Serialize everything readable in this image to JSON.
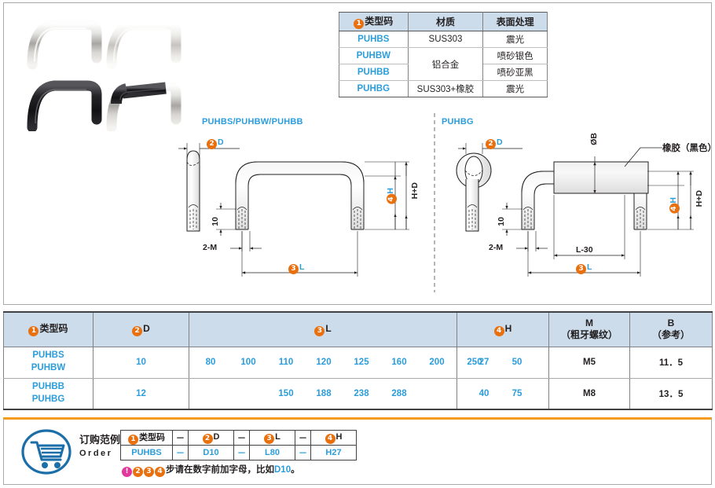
{
  "material_table": {
    "headers": [
      "类型码",
      "材质",
      "表面处理"
    ],
    "header_badge": "1",
    "rows": [
      {
        "code": "PUHBS",
        "material": "SUS303",
        "finish": "震光"
      },
      {
        "code": "PUHBW",
        "material": "铝合金",
        "finish": "喷砂银色"
      },
      {
        "code": "PUHBB",
        "material": "",
        "finish": "喷砂亚黑"
      },
      {
        "code": "PUHBG",
        "material": "SUS303+橡胶",
        "finish": "震光"
      }
    ]
  },
  "drawings": {
    "left": {
      "title": "PUHBS/PUHBW/PUHBB",
      "labels": {
        "d": "D",
        "d_badge": "2",
        "h": "H",
        "h_badge": "4",
        "hd": "H+D",
        "ten": "10",
        "thread": "2-M",
        "l": "L",
        "l_badge": "3"
      }
    },
    "right": {
      "title": "PUHBG",
      "labels": {
        "d": "D",
        "d_badge": "2",
        "h": "H",
        "h_badge": "4",
        "hd": "H+D",
        "ten": "10",
        "thread": "2-M",
        "l": "L",
        "l_badge": "3",
        "phi_b": "ØB",
        "l30": "L-30",
        "rubber": "橡胶（黑色）"
      }
    }
  },
  "spec_table": {
    "headers": {
      "type": "类型码",
      "type_badge": "1",
      "d": "D",
      "d_badge": "2",
      "l": "L",
      "l_badge": "3",
      "h": "H",
      "h_badge": "4",
      "m_line1": "M",
      "m_line2": "（粗牙螺纹）",
      "b_line1": "B",
      "b_line2": "（参考）"
    },
    "rows": [
      {
        "codes": [
          "PUHBS",
          "PUHBW"
        ],
        "d": "10",
        "l": [
          "80",
          "100",
          "110",
          "120",
          "125",
          "160",
          "200",
          "250"
        ],
        "h": [
          "27",
          "50"
        ],
        "m": "M5",
        "b": "11．5"
      },
      {
        "codes": [
          "PUHBB",
          "PUHBG"
        ],
        "d": "12",
        "l": [
          "",
          "",
          "150",
          "188",
          "238",
          "288",
          "",
          ""
        ],
        "h": [
          "40",
          "75"
        ],
        "m": "M8",
        "b": "13．5"
      }
    ]
  },
  "order": {
    "label_cn": "订购范例",
    "label_en": "Order",
    "icon": "shopping-cart-icon",
    "headers": {
      "type": "类型码",
      "type_badge": "1",
      "d": "D",
      "d_badge": "2",
      "l": "L",
      "l_badge": "3",
      "h": "H",
      "h_badge": "4",
      "dash": "－"
    },
    "values": {
      "type": "PUHBS",
      "d": "D10",
      "l": "L80",
      "h": "H27",
      "dash": "－"
    },
    "note_badges": [
      "!",
      "2",
      "3",
      "4"
    ],
    "note_text": "步请在数字前加字母，比如",
    "note_value": "D10",
    "note_end": "。"
  },
  "colors": {
    "accent_orange": "#e8700f",
    "accent_blue": "#2b9ddb",
    "header_blue": "#ccdcea",
    "pink": "#e3389b",
    "rule_orange": "#f59b20"
  }
}
